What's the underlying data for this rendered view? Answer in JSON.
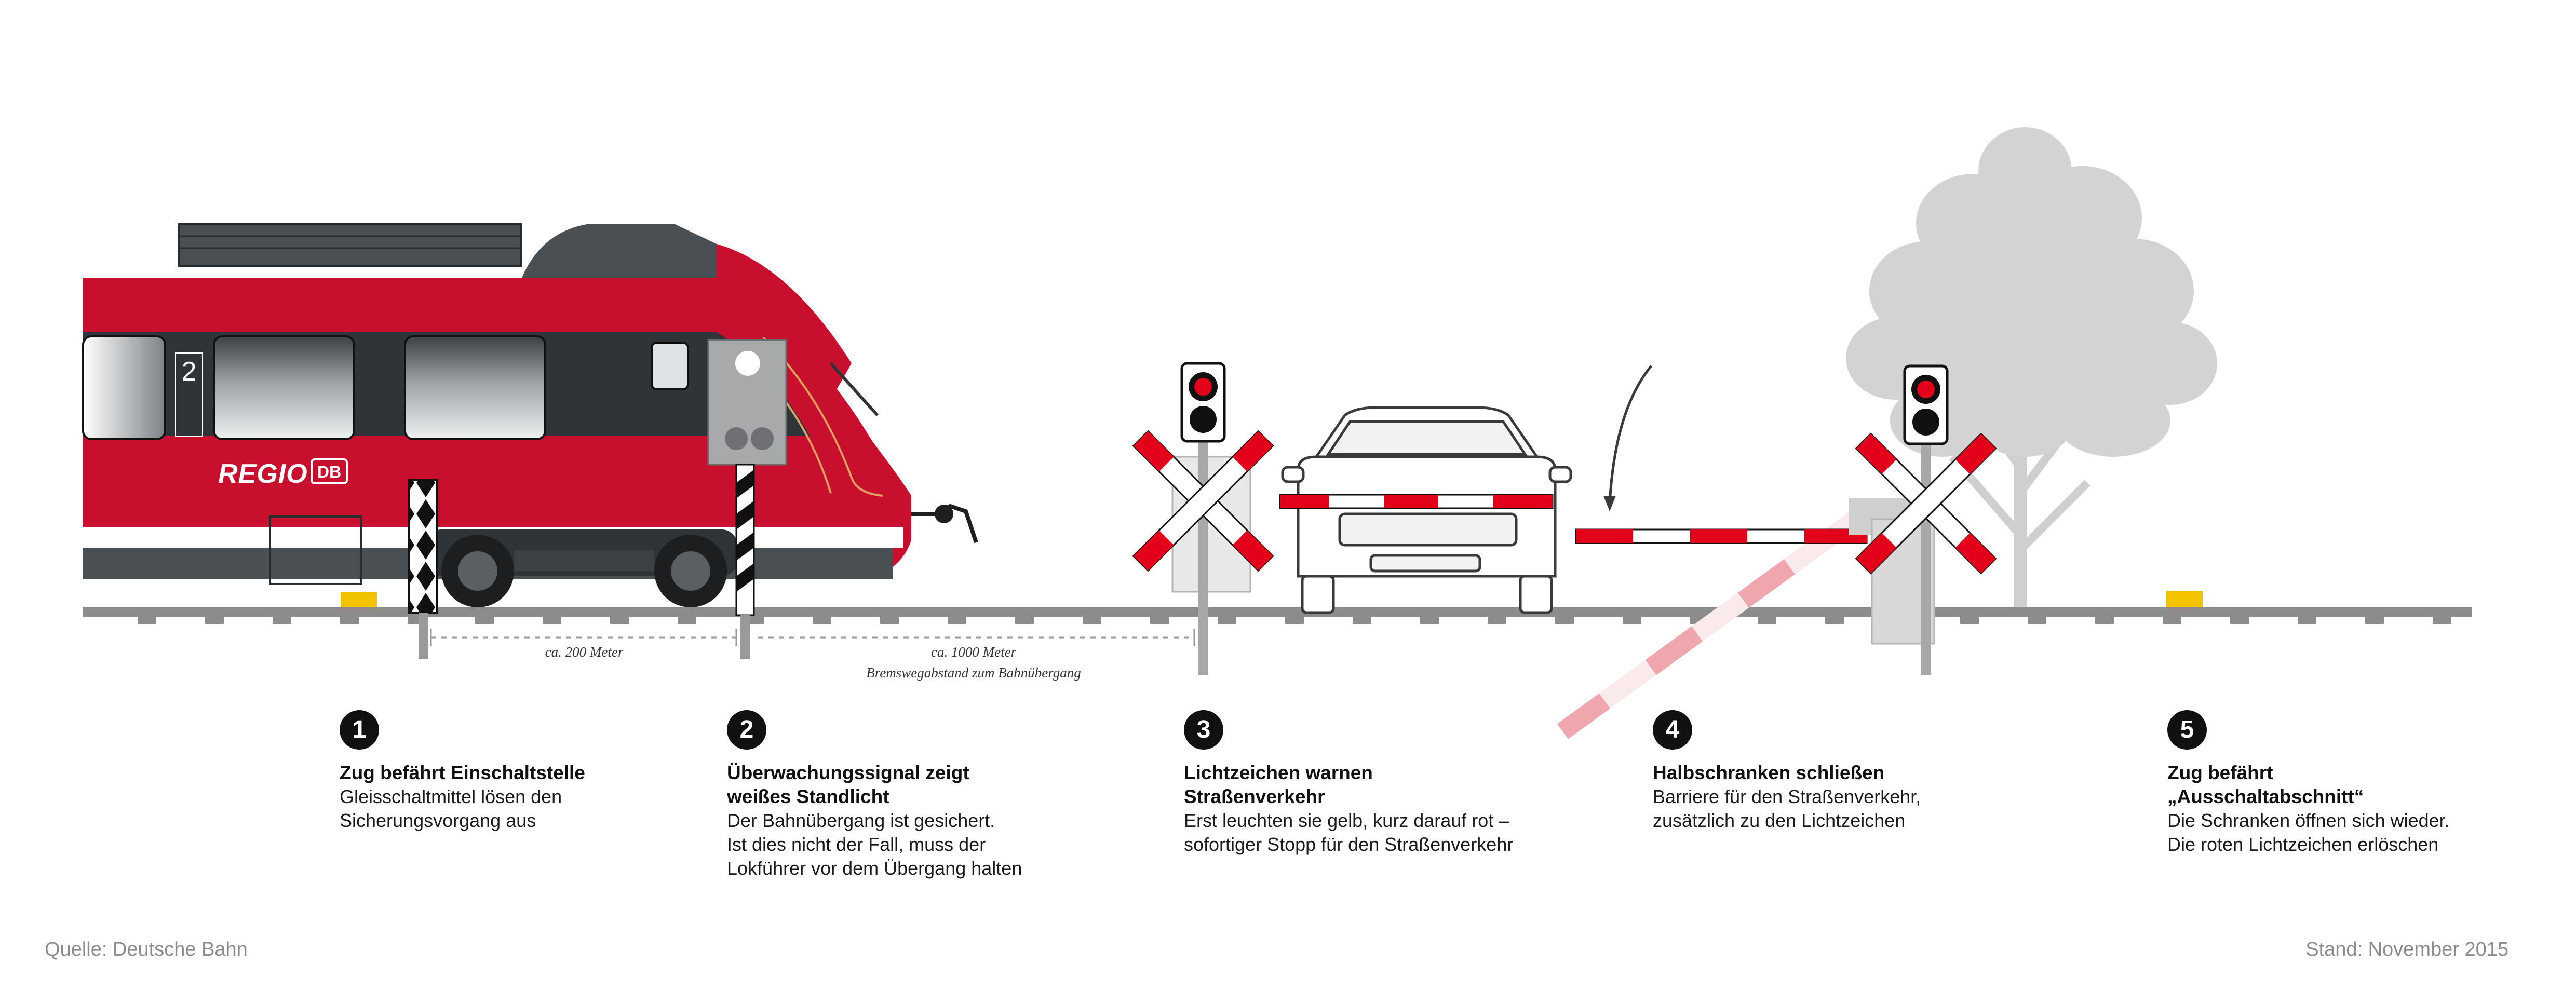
{
  "train": {
    "class_number": "2",
    "brand_label": "REGIO",
    "brand_logo": "DB"
  },
  "distances": {
    "first": {
      "value": "ca. 200 Meter"
    },
    "second": {
      "value": "ca. 1000 Meter",
      "caption": "Bremswegabstand zum Bahnübergang"
    }
  },
  "steps": [
    {
      "number": "1",
      "title_lines": [
        "Zug befährt Einschaltstelle"
      ],
      "desc_lines": [
        "Gleisschaltmittel lösen den",
        "Sicherungsvorgang aus"
      ]
    },
    {
      "number": "2",
      "title_lines": [
        "Überwachungssignal zeigt",
        "weißes Standlicht"
      ],
      "desc_lines": [
        "Der Bahnübergang ist gesichert.",
        "Ist dies nicht der Fall, muss der",
        "Lokführer vor dem Übergang halten"
      ]
    },
    {
      "number": "3",
      "title_lines": [
        "Lichtzeichen warnen",
        "Straßenverkehr"
      ],
      "desc_lines": [
        "Erst leuchten sie gelb, kurz darauf rot –",
        "sofortiger Stopp für den Straßenverkehr"
      ]
    },
    {
      "number": "4",
      "title_lines": [
        "Halbschranken schließen"
      ],
      "desc_lines": [
        "Barriere für den Straßenverkehr,",
        "zusätzlich zu den Lichtzeichen"
      ]
    },
    {
      "number": "5",
      "title_lines": [
        "Zug befährt",
        "„Ausschaltabschnitt“"
      ],
      "desc_lines": [
        "Die Schranken öffnen sich wieder.",
        "Die roten Lichtzeichen erlöschen"
      ]
    }
  ],
  "footer": {
    "source": "Quelle: Deutsche Bahn",
    "date": "Stand: November 2015"
  },
  "colors": {
    "train_red": "#c8102e",
    "train_dark": "#2f3438",
    "signal_red": "#e3001b",
    "rail": "#8c8c8c",
    "tree": "#d2d2d2",
    "contact_yellow": "#f2c400",
    "barrier_faded": "#efa6ad"
  }
}
